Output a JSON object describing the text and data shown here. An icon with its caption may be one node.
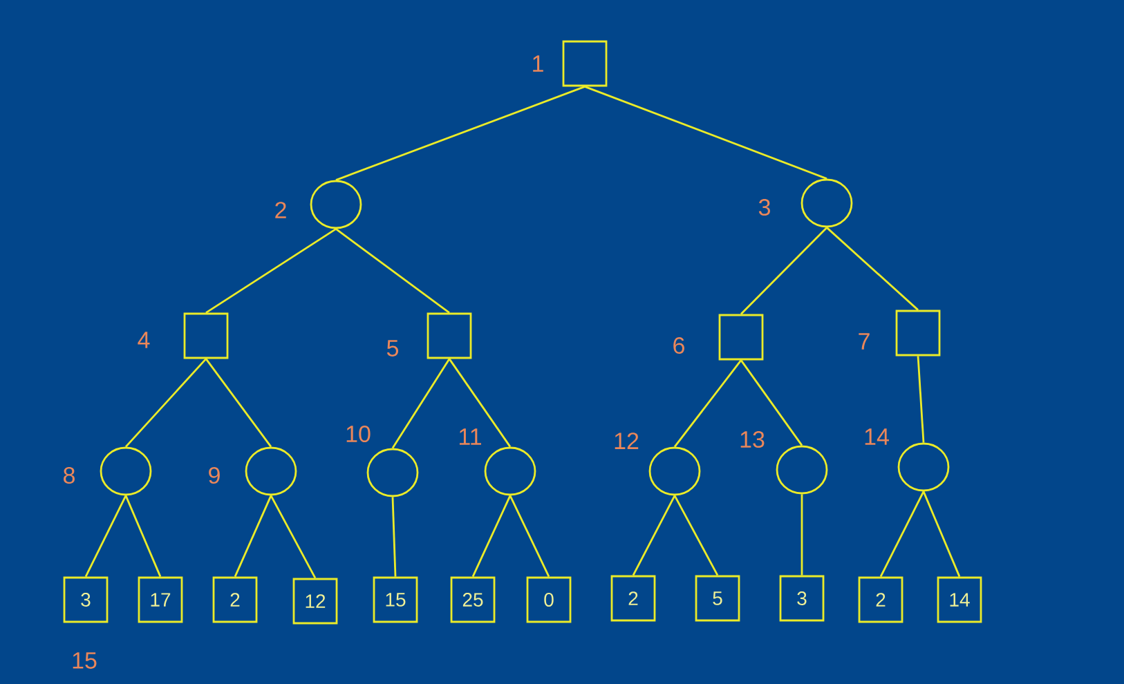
{
  "diagram": {
    "nodes": [
      {
        "text": [],
        "shape": "box",
        "beside": [
          "1"
        ]
      },
      {
        "text": [],
        "shape": "circle",
        "beside": [
          "2"
        ]
      },
      {
        "text": [],
        "shape": "circle",
        "beside": [
          "3"
        ]
      },
      {
        "text": [],
        "shape": "box",
        "beside": [
          "4"
        ]
      },
      {
        "text": [],
        "shape": "box",
        "beside": [
          "5"
        ]
      },
      {
        "text": [],
        "shape": "box",
        "beside": [
          "6"
        ]
      },
      {
        "text": [],
        "shape": "box",
        "beside": [
          "7"
        ]
      },
      {
        "text": [],
        "shape": "circle",
        "beside": [
          "8"
        ]
      },
      {
        "text": [],
        "shape": "circle",
        "beside": [
          "9"
        ]
      },
      {
        "text": [],
        "shape": "circle",
        "beside": [
          "10"
        ]
      },
      {
        "text": [],
        "shape": "circle",
        "beside": [
          "11"
        ]
      },
      {
        "text": [],
        "shape": "circle",
        "beside": [
          "12"
        ]
      },
      {
        "text": [],
        "shape": "circle",
        "beside": [
          "13"
        ]
      },
      {
        "text": [],
        "shape": "circle",
        "beside": [
          "14"
        ]
      },
      {
        "text": [
          "3"
        ]
      },
      {
        "text": [
          "17"
        ]
      },
      {
        "text": [
          "2"
        ]
      },
      {
        "text": [
          "12"
        ]
      },
      {
        "text": [
          "15"
        ]
      },
      {
        "text": [
          "25"
        ]
      },
      {
        "text": [
          "0"
        ]
      },
      {
        "text": [
          "2"
        ]
      },
      {
        "text": [
          "5"
        ]
      },
      {
        "text": [
          "3"
        ]
      },
      {
        "text": [
          "2"
        ]
      },
      {
        "text": [
          "14"
        ]
      }
    ],
    "edges": [
      {
        "from": 0,
        "to": 1,
        "arrow": "none"
      },
      {
        "from": 0,
        "to": 2,
        "arrow": "none"
      },
      {
        "from": 1,
        "to": 3,
        "arrow": "none"
      },
      {
        "from": 1,
        "to": 4,
        "arrow": "none"
      },
      {
        "from": 2,
        "to": 5,
        "arrow": "none"
      },
      {
        "from": 2,
        "to": 6,
        "arrow": "none"
      },
      {
        "from": 3,
        "to": 7,
        "arrow": "none"
      },
      {
        "from": 3,
        "to": 8,
        "arrow": "none"
      },
      {
        "from": 4,
        "to": 9,
        "arrow": "none"
      },
      {
        "from": 4,
        "to": 10,
        "arrow": "none"
      },
      {
        "from": 5,
        "to": 11,
        "arrow": "none"
      },
      {
        "from": 5,
        "to": 12,
        "arrow": "none"
      },
      {
        "from": 6,
        "to": 13,
        "arrow": "none"
      },
      {
        "from": 7,
        "to": 14,
        "arrow": "none"
      },
      {
        "from": 7,
        "to": 15,
        "arrow": "none"
      },
      {
        "from": 8,
        "to": 16,
        "arrow": "none"
      },
      {
        "from": 8,
        "to": 17,
        "arrow": "none"
      },
      {
        "from": 9,
        "to": 18,
        "arrow": "none"
      },
      {
        "from": 10,
        "to": 19,
        "arrow": "none"
      },
      {
        "from": 10,
        "to": 20,
        "arrow": "none"
      },
      {
        "from": 11,
        "to": 21,
        "arrow": "none"
      },
      {
        "from": 11,
        "to": 22,
        "arrow": "none"
      },
      {
        "from": 12,
        "to": 23,
        "arrow": "none"
      },
      {
        "from": 13,
        "to": 24,
        "arrow": "none"
      },
      {
        "from": 13,
        "to": 25,
        "arrow": "none"
      }
    ],
    "labels": [
      "15"
    ]
  }
}
